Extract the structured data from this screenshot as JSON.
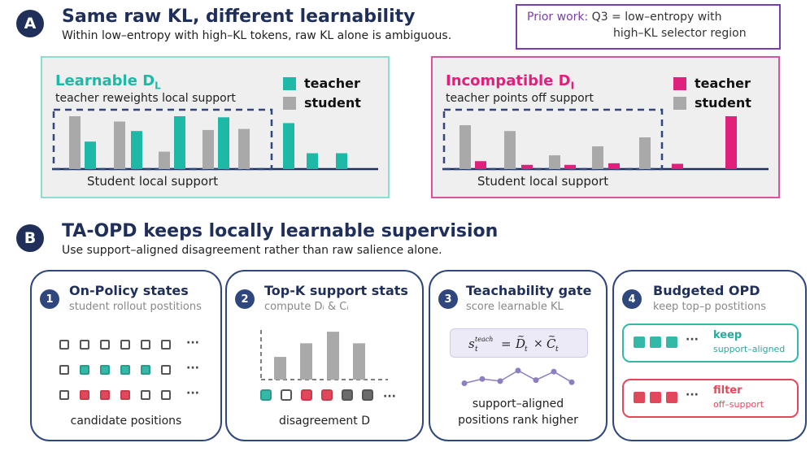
{
  "colors": {
    "teacher_learnable": "#1db9a6",
    "teacher_incompatible": "#e0207b",
    "student": "#a9a9a9",
    "navy": "#1f2f5a",
    "keep": "#34b9a8",
    "filter": "#e2485b",
    "prior": "#7a3cb0"
  },
  "section_a": {
    "badge": "A",
    "title": "Same raw KL, different learnability",
    "subtitle": "Within low–entropy with high–KL tokens, raw KL alone is ambiguous.",
    "prior_label": "Prior work:",
    "prior_line1": "Q3 = low–entropy with",
    "prior_line2": "high–KL selector region",
    "learnable": {
      "title": "Learnable D",
      "title_sub": "L",
      "subtitle": "teacher reweights local support",
      "legend_teacher": "teacher",
      "legend_student": "student",
      "support_label": "Student local support",
      "student_heights": [
        1.0,
        0.9,
        0.33,
        0.74,
        0.76,
        0.0,
        0.0,
        0.0
      ],
      "teacher_heights": [
        0.52,
        0.72,
        1.0,
        0.98,
        0.0,
        0.87,
        0.3,
        0.3
      ]
    },
    "incompatible": {
      "title": "Incompatible D",
      "title_sub": "I",
      "subtitle": "teacher points off support",
      "legend_teacher": "teacher",
      "legend_student": "student",
      "support_label": "Student local support",
      "student_heights": [
        0.83,
        0.72,
        0.26,
        0.43,
        0.6,
        0.0
      ],
      "teacher_heights": [
        0.15,
        0.08,
        0.08,
        0.11,
        0.0,
        0.1,
        1.0
      ]
    }
  },
  "section_b": {
    "badge": "B",
    "title": "TA-OPD keeps locally learnable supervision",
    "subtitle": "Use support–aligned disagreement rather than raw salience alone.",
    "steps": [
      {
        "num": "1",
        "title": "On-Policy states",
        "subtitle": "student rollout postitions",
        "caption": "candidate positions"
      },
      {
        "num": "2",
        "title": "Top-K support stats",
        "subtitle": "compute Dᵢ & Cᵢ",
        "caption": "disagreement D"
      },
      {
        "num": "3",
        "title": "Teachability gate",
        "subtitle": "score learnable KL",
        "caption1": "support–aligned",
        "caption2": "positions rank higher"
      },
      {
        "num": "4",
        "title": "Budgeted OPD",
        "subtitle": "keep top–p postitions",
        "keep_label": "keep",
        "keep_sub": "support–aligned",
        "filter_label": "filter",
        "filter_sub": "off–support"
      }
    ],
    "grid_rows": [
      [
        "e",
        "e",
        "e",
        "e",
        "e",
        "e"
      ],
      [
        "e",
        "t",
        "t",
        "t",
        "t",
        "e"
      ],
      [
        "e",
        "r",
        "r",
        "r",
        "e",
        "e"
      ]
    ],
    "stat_bars": [
      0.45,
      0.72,
      0.95,
      0.72
    ],
    "token_row": [
      "t",
      "e",
      "r",
      "r",
      "g",
      "g"
    ],
    "gate_series": [
      0.25,
      0.45,
      0.35,
      0.85,
      0.4,
      0.8,
      0.3
    ],
    "dots": "···"
  }
}
